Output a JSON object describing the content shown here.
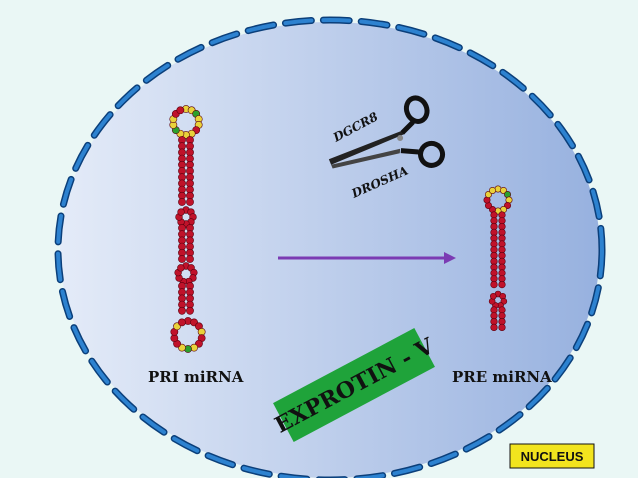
{
  "diagram": {
    "label_pri": "PRI miRNA",
    "label_pre": "PRE miRNA",
    "enzyme_top": "DGCR8",
    "enzyme_bottom": "DROSHA",
    "exportin_label": "EXPROTIN - V",
    "nucleus_label": "NUCLEUS",
    "scissors_icon": "scissors-icon"
  },
  "colors": {
    "background": "#eaf7f5",
    "nucleus_fill_light": "#dfe7f7",
    "nucleus_fill_dark": "#9cb4e0",
    "membrane": "#1f6fb8",
    "nucleotide_red": "#c0122a",
    "nucleotide_yellow": "#e9d23a",
    "nucleotide_green": "#2ca02c",
    "arrow": "#7b3bb3",
    "exportin_box": "#1fa33a",
    "nucleus_box": "#f2e41e"
  }
}
